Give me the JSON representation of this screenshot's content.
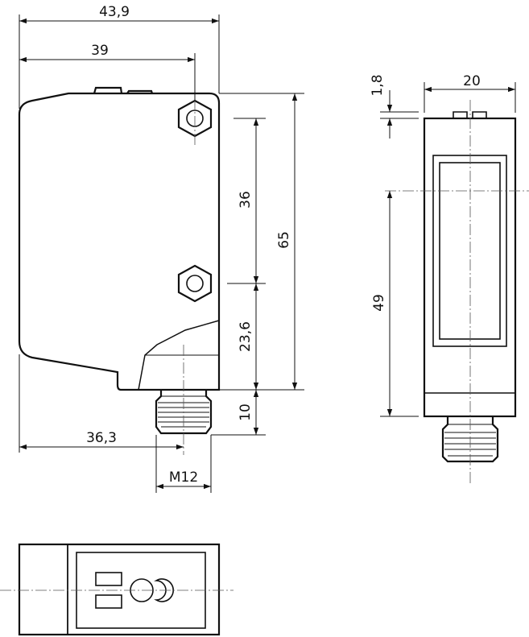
{
  "dimensions": {
    "width_overall": "43,9",
    "width_to_nut": "39",
    "hole_spacing": "36",
    "height_total": "65",
    "hole_to_bottom": "23,6",
    "connector_length": "10",
    "connector_center": "36,3",
    "thread": "M12",
    "top_offset": "1,8",
    "side_width": "20",
    "window_height": "49"
  }
}
